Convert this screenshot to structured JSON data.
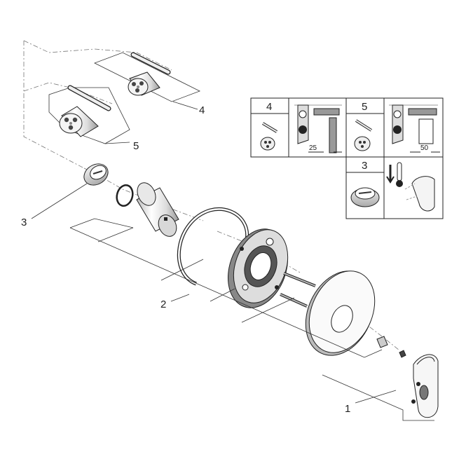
{
  "callouts": {
    "c1": "1",
    "c2": "2",
    "c3": "3",
    "c4": "4",
    "c5": "5"
  },
  "table": {
    "col_a_header": "4",
    "col_b_header": "5",
    "row2_header": "3",
    "dim_25": "25",
    "dim_50": "50"
  }
}
